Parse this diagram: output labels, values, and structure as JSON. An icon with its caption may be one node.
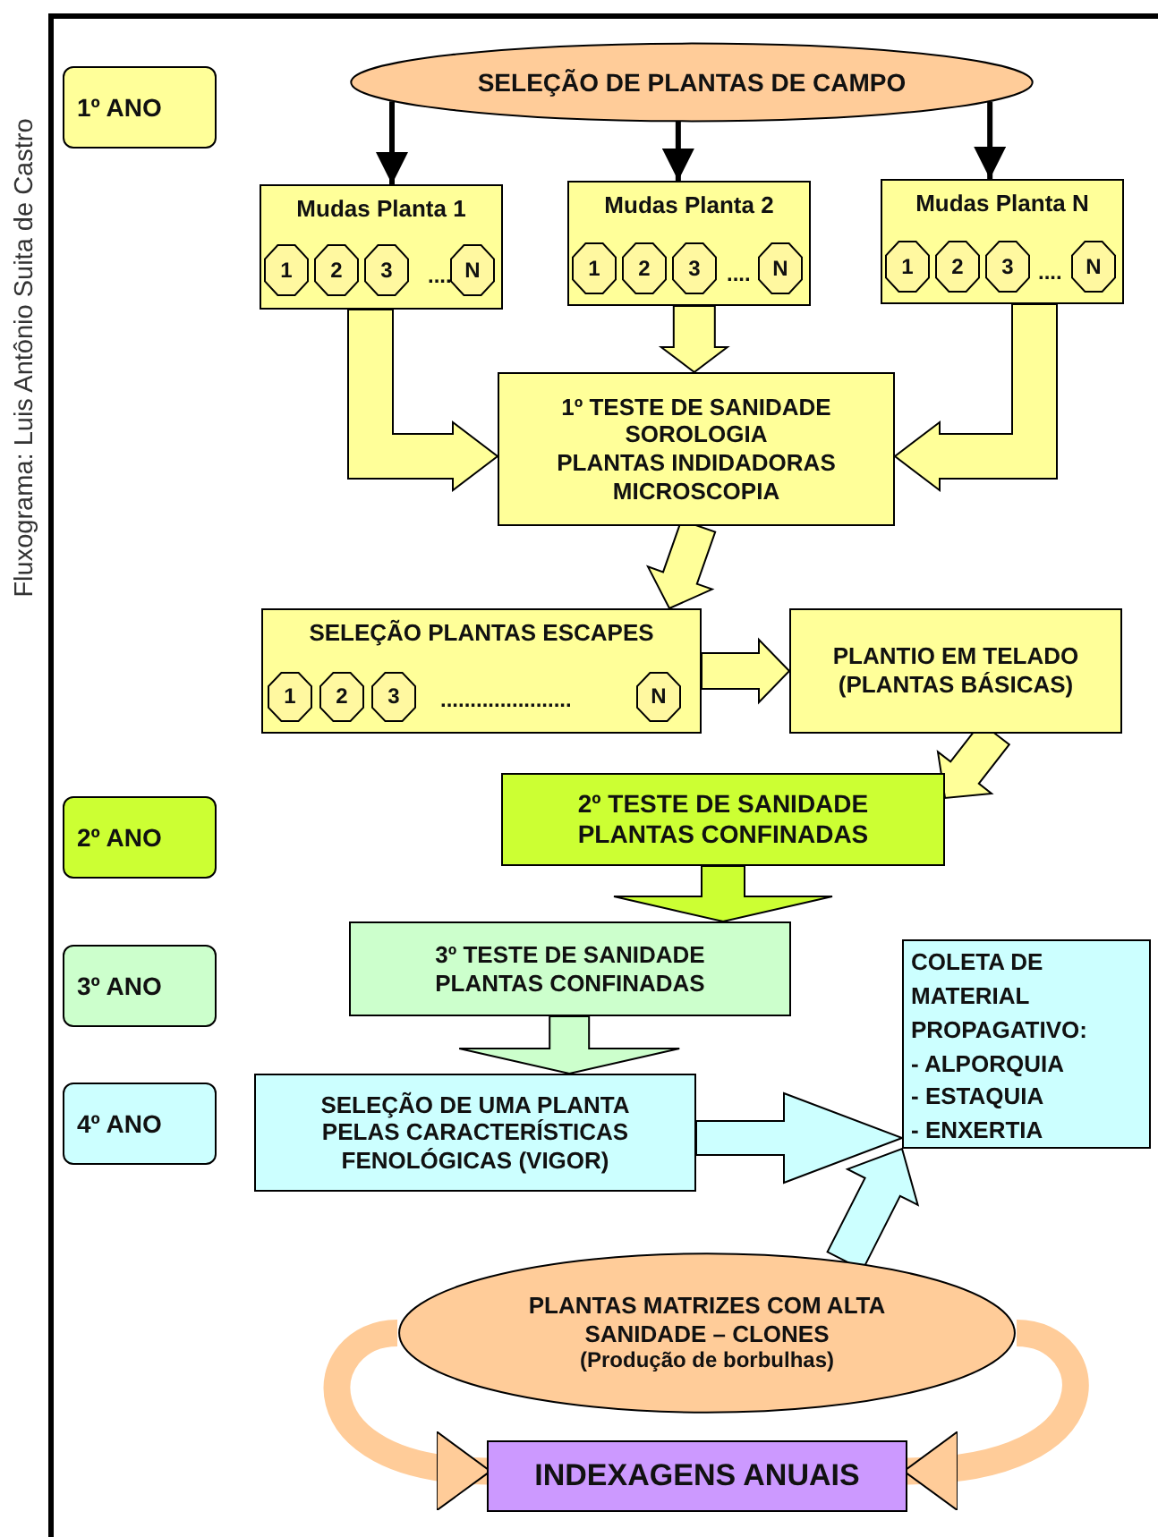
{
  "diagram": {
    "nodes": [
      {
        "text": [
          "1º ANO"
        ]
      },
      {
        "text": [
          "SELEÇÃO DE PLANTAS DE CAMPO"
        ]
      },
      {
        "text": [
          "Mudas Planta 1"
        ]
      },
      {
        "text": [
          "1"
        ],
        "in": 2
      },
      {
        "text": [
          "2"
        ],
        "in": 2
      },
      {
        "text": [
          "3"
        ],
        "in": 2
      },
      {
        "text": [
          "N"
        ],
        "in": 2
      },
      {
        "text": [
          "Mudas Planta 2"
        ]
      },
      {
        "text": [
          "1"
        ],
        "in": 7
      },
      {
        "text": [
          "2"
        ],
        "in": 7
      },
      {
        "text": [
          "3"
        ],
        "in": 7
      },
      {
        "text": [
          "N"
        ],
        "in": 7
      },
      {
        "text": [
          "Mudas Planta N"
        ]
      },
      {
        "text": [
          "1"
        ],
        "in": 12
      },
      {
        "text": [
          "2"
        ],
        "in": 12
      },
      {
        "text": [
          "3"
        ],
        "in": 12
      },
      {
        "text": [
          "N"
        ],
        "in": 12
      },
      {
        "text": [
          "1º TESTE DE SANIDADE",
          "SOROLOGIA",
          "PLANTAS INDIDADORAS",
          "MICROSCOPIA"
        ]
      },
      {
        "text": [
          "SELEÇÃO PLANTAS ESCAPES"
        ]
      },
      {
        "text": [
          "1"
        ],
        "in": 18
      },
      {
        "text": [
          "2"
        ],
        "in": 18
      },
      {
        "text": [
          "3"
        ],
        "in": 18
      },
      {
        "text": [
          "N"
        ],
        "in": 18
      },
      {
        "text": [
          "PLANTIO EM TELADO (PLANTAS BÁSICAS)"
        ]
      },
      {
        "text": [
          "2º ANO"
        ]
      },
      {
        "text": [
          "2º TESTE DE SANIDADE",
          "PLANTAS CONFINADAS"
        ]
      },
      {
        "text": [
          "3º ANO"
        ]
      },
      {
        "text": [
          "3º TESTE DE SANIDADE",
          "PLANTAS CONFINADAS"
        ]
      },
      {
        "text": [
          "4º ANO"
        ]
      },
      {
        "text": [
          "SELEÇÃO DE UMA PLANTA PELAS CARACTERÍSTICAS FENOLÓGICAS (VIGOR)"
        ]
      },
      {
        "text": [
          "COLETA DE MATERIAL PROPAGATIVO:",
          "- ALPORQUIA",
          "- ESTAQUIA",
          "- ENXERTIA"
        ]
      },
      {
        "text": [
          "PLANTAS MATRIZES COM ALTA SANIDADE – CLONES",
          "(Produção de borbulhas)"
        ]
      },
      {
        "text": [
          "INDEXAGENS ANUAIS"
        ]
      }
    ],
    "edges": [
      {
        "from": 1,
        "to": 2,
        "arrow": "to"
      },
      {
        "from": 1,
        "to": 7,
        "arrow": "to"
      },
      {
        "from": 1,
        "to": 12,
        "arrow": "to"
      },
      {
        "from": 7,
        "to": 17,
        "arrow": "to",
        "style": "thick"
      },
      {
        "from": 2,
        "to": 17,
        "arrow": "to",
        "style": "thick"
      },
      {
        "from": 12,
        "to": 17,
        "arrow": "to",
        "style": "thick"
      },
      {
        "from": 17,
        "to": 18,
        "arrow": "to",
        "style": "thick"
      },
      {
        "from": 18,
        "to": 23,
        "arrow": "to",
        "style": "thick"
      },
      {
        "from": 23,
        "to": 25,
        "arrow": "to",
        "style": "thick"
      },
      {
        "from": 25,
        "to": 27,
        "arrow": "to",
        "style": "thick",
        "color": "#ccff33"
      },
      {
        "from": 27,
        "to": 29,
        "arrow": "to",
        "style": "thick",
        "color": "#ccffcc"
      },
      {
        "from": 29,
        "to": 30,
        "arrow": "to",
        "style": "thick",
        "color": "#ccffff"
      },
      {
        "from": 31,
        "to": 30,
        "arrow": "to",
        "style": "thick",
        "color": "#ccffff"
      },
      {
        "from": 31,
        "to": 32,
        "arrow": "to",
        "style": "thick",
        "color": "#ffcc99"
      },
      {
        "from": 31,
        "to": 32,
        "arrow": "to",
        "style": "thick",
        "color": "#ffcc99"
      }
    ],
    "labels": [
      "Fluxograma: Luis Antônio Suita de Castro",
      "....",
      "....",
      "....",
      "......................"
    ]
  }
}
